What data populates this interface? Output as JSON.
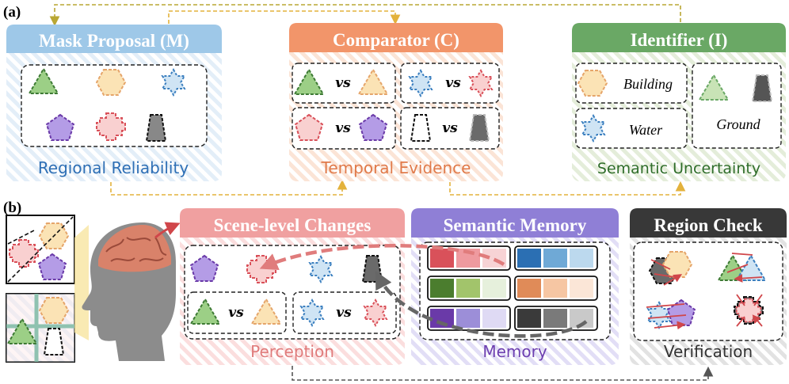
{
  "panel_a": {
    "label": "(a)",
    "mask": {
      "title": "Mask Proposal (M)",
      "caption": "Regional Reliability"
    },
    "comparator": {
      "title": "Comparator (C)",
      "caption": "Temporal Evidence",
      "vs": "vs"
    },
    "identifier": {
      "title": "Identifier (I)",
      "caption": "Semantic Uncertainty",
      "items": {
        "building": "Building",
        "water": "Water",
        "ground": "Ground"
      }
    }
  },
  "panel_b": {
    "label": "(b)",
    "perception": {
      "title": "Scene-level Changes",
      "caption": "Perception",
      "vs": "vs"
    },
    "memory": {
      "title": "Semantic Memory",
      "caption": "Memory"
    },
    "verification": {
      "title": "Region Check",
      "caption": "Verification"
    }
  },
  "colors": {
    "blue_header": "#9ec8e8",
    "orange_header": "#f2956a",
    "green_header": "#6aa865",
    "pink_header": "#f0a0a0",
    "purple_header": "#8f7fd6",
    "dark_header": "#383838",
    "blue_text": "#2e6fb5",
    "orange_text": "#e07a4a",
    "green_text": "#2f6d2a",
    "pink_text": "#e07c7c",
    "purple_text": "#6d3fb0",
    "gold_arrow": "#e3b23c",
    "red_arrow": "#d0464a"
  },
  "memory_palettes": [
    [
      "#d9515a",
      "#ef9a9f",
      "#f7d3d5"
    ],
    [
      "#2b6fb3",
      "#6fa9d6",
      "#bcd9ee"
    ],
    [
      "#4b7d2e",
      "#a2c46b",
      "#e6f0dc"
    ],
    [
      "#e08b58",
      "#f6c6a3",
      "#fbe6d7"
    ],
    [
      "#6a3aa8",
      "#9c8ed8",
      "#dfdaf4"
    ],
    [
      "#3a3a3a",
      "#7a7a7a",
      "#c9c9c9"
    ]
  ]
}
